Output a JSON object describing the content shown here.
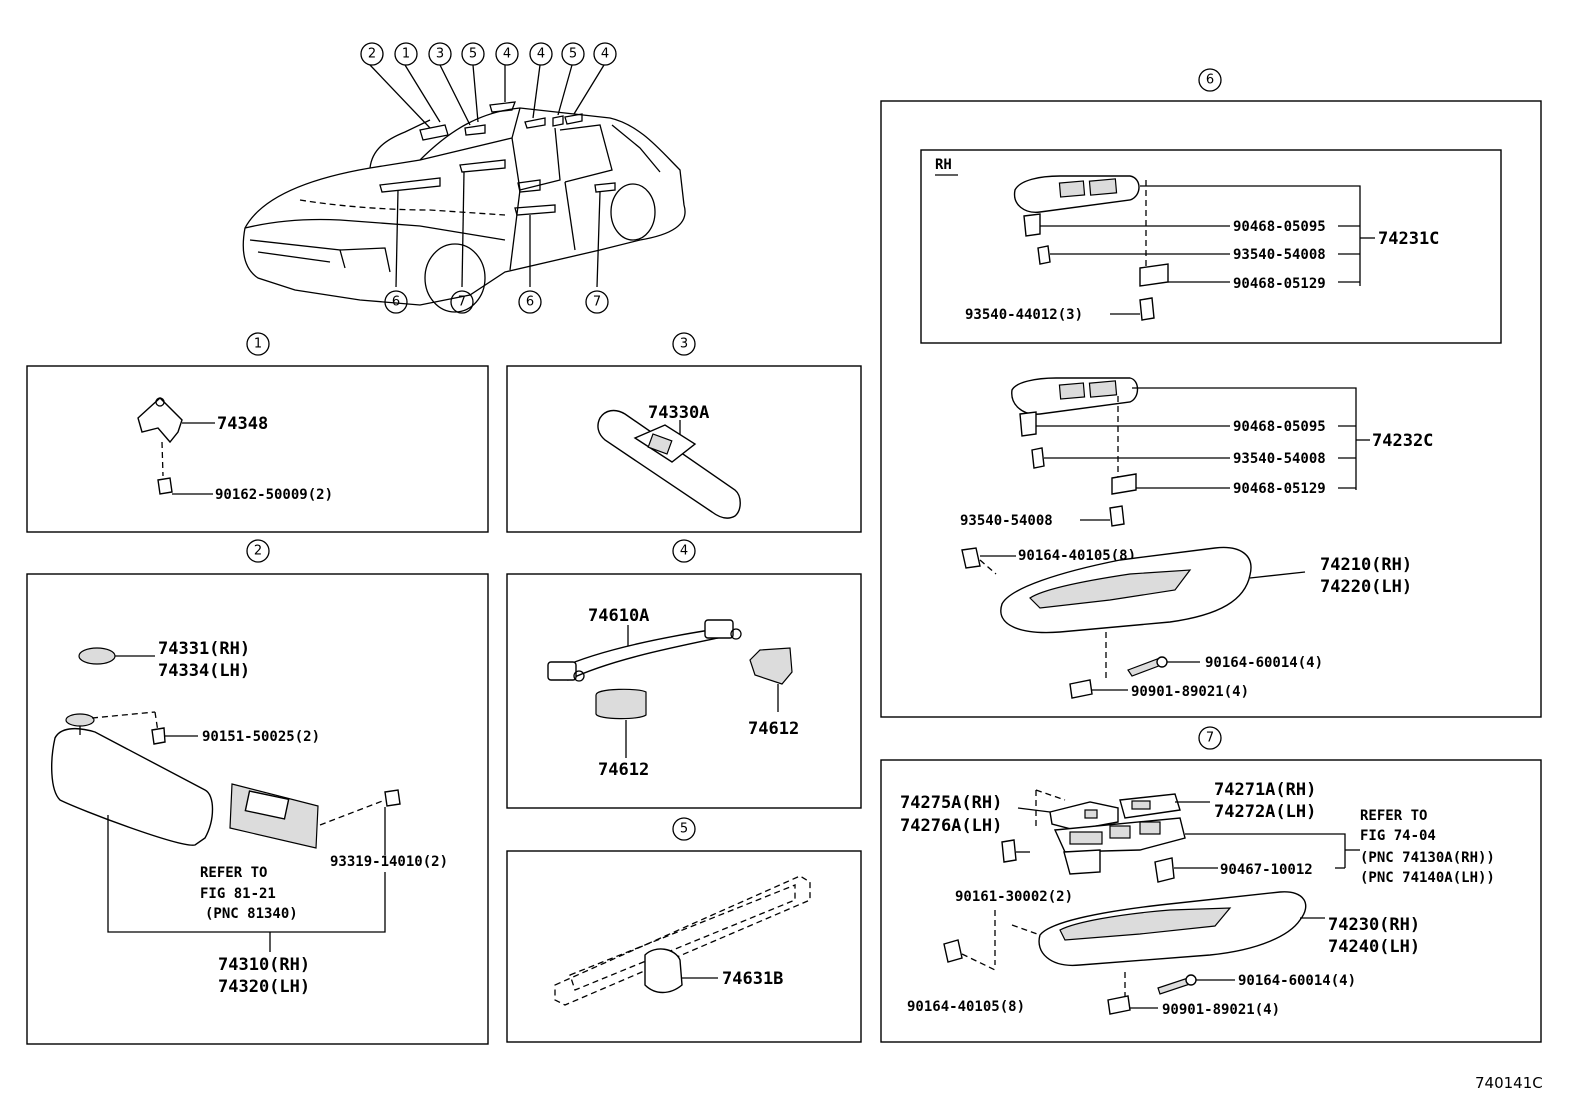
{
  "diagram_id": "740141C",
  "callouts": {
    "c1": "1",
    "c2": "2",
    "c3": "3",
    "c4": "4",
    "c5": "5",
    "c6": "6",
    "c7": "7"
  },
  "p1": {
    "part_a": "74348",
    "bolt": "90162-50009(2)"
  },
  "p2": {
    "holder_rh": "74331(RH)",
    "holder_lh": "74334(LH)",
    "screw": "90151-50025(2)",
    "screw2": "93319-14010(2)",
    "refer_1": "REFER TO",
    "refer_2": "FIG 81-21",
    "refer_3": "(PNC 81340)",
    "visor_rh": "74310(RH)",
    "visor_lh": "74320(LH)"
  },
  "p3": {
    "mirror": "74330A"
  },
  "p4": {
    "grip": "74610A",
    "cover_a": "74612",
    "cover_b": "74612"
  },
  "p5": {
    "trim": "74631B"
  },
  "p6": {
    "rh_tag": "RH",
    "u1": {
      "clip1": "90468-05095",
      "screw": "93540-54008",
      "clip2": "90468-05129",
      "assy": "74231C",
      "screw_b": "93540-44012(3)"
    },
    "u2": {
      "clip1": "90468-05095",
      "screw": "93540-54008",
      "clip2": "90468-05129",
      "assy": "74232C",
      "screw_b": "93540-54008"
    },
    "bolt_a": "90164-40105(8)",
    "arm_rh": "74210(RH)",
    "arm_lh": "74220(LH)",
    "screw_c": "90164-60014(4)",
    "nut": "90901-89021(4)"
  },
  "p7": {
    "bezel_rh": "74275A(RH)",
    "bezel_lh": "74276A(LH)",
    "panel_rh": "74271A(RH)",
    "panel_lh": "74272A(LH)",
    "refer_1": "REFER TO",
    "refer_2": "FIG 74-04",
    "refer_3": "(PNC 74130A(RH))",
    "refer_4": "(PNC 74140A(LH))",
    "clip": "90467-10012",
    "screw": "90161-30002(2)",
    "arm_rh": "74230(RH)",
    "arm_lh": "74240(LH)",
    "screw_c": "90164-60014(4)",
    "bolt_a": "90164-40105(8)",
    "nut": "90901-89021(4)"
  }
}
